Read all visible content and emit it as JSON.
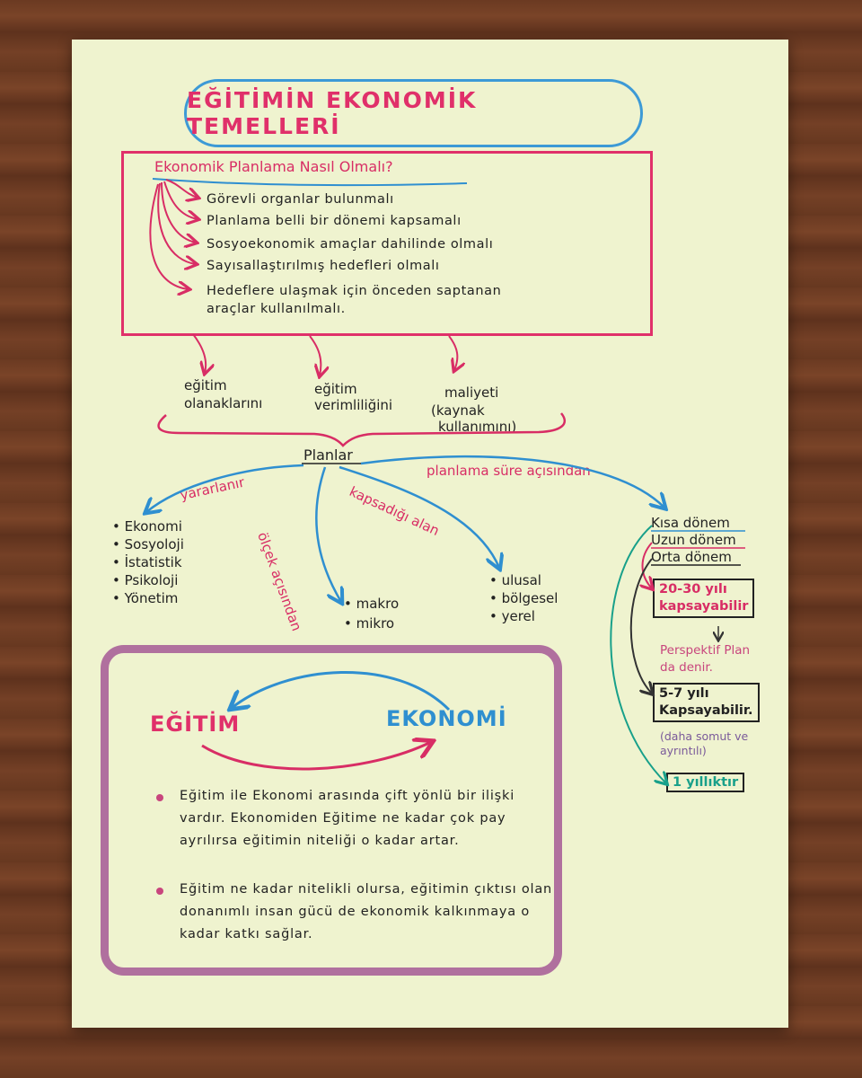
{
  "title": "EĞİTİMİN EKONOMİK TEMELLERİ",
  "planlama_box": {
    "heading": "Ekonomik Planlama Nasıl Olmalı?",
    "items": [
      "Görevli organlar bulunmalı",
      "Planlama belli bir dönemi kapsamalı",
      "Sosyoekonomik amaçlar dahilinde olmalı",
      "Sayısallaştırılmış hedefleri olmalı",
      "Hedeflere ulaşmak için önceden saptanan",
      "araçlar kullanılmalı."
    ]
  },
  "outcomes": [
    {
      "line1": "eğitim",
      "line2": "olanaklarını"
    },
    {
      "line1": "eğitim",
      "line2": "verimliliğini"
    },
    {
      "line1": "maliyeti",
      "line2": "(kaynak",
      "line3": "kullanımını)"
    }
  ],
  "planlar": "Planlar",
  "branches": {
    "yararlanir": {
      "label": "yararlanır",
      "items": [
        "• Ekonomi",
        "• Sosyoloji",
        "• İstatistik",
        "• Psikoloji",
        "• Yönetim"
      ]
    },
    "olcek": {
      "label": "ölçek açısından",
      "items": [
        "• makro",
        "• mikro"
      ]
    },
    "kapsam": {
      "label": "kapsadığı alan",
      "items": [
        "• ulusal",
        "• bölgesel",
        "• yerel"
      ]
    },
    "sure": {
      "label": "planlama süre açısından",
      "terms": [
        "Kısa dönem",
        "Uzun dönem",
        "Orta dönem"
      ],
      "long_note": "20-30 yılı kapsayabilir",
      "long_note_l1": "20-30 yılı",
      "long_note_l2": "kapsayabilir",
      "perspektif_l1": "Perspektif Plan",
      "perspektif_l2": "da denir.",
      "mid_note_l1": "5-7 yılı",
      "mid_note_l2": "Kapsayabilir.",
      "mid_detail_l1": "(daha somut ve",
      "mid_detail_l2": "ayrıntılı)",
      "short_note": "1 yıllıktır"
    }
  },
  "relation": {
    "left": "EĞİTİM",
    "right": "EKONOMİ",
    "p1": "Eğitim ile Ekonomi arasında çift yönlü bir ilişki vardır. Ekonomiden Eğitime ne kadar çok pay ayrılırsa eğitimin niteliği o kadar artar.",
    "p2": "Eğitim ne kadar nitelikli olursa, eğitimin çıktısı olan donanımlı insan gücü de ekonomik kalkınmaya o kadar katkı sağlar."
  },
  "colors": {
    "pink": "#e0306a",
    "blue": "#2f8fd0",
    "teal": "#18a08a",
    "purple": "#b0709e",
    "paper": "#eff3cf"
  }
}
